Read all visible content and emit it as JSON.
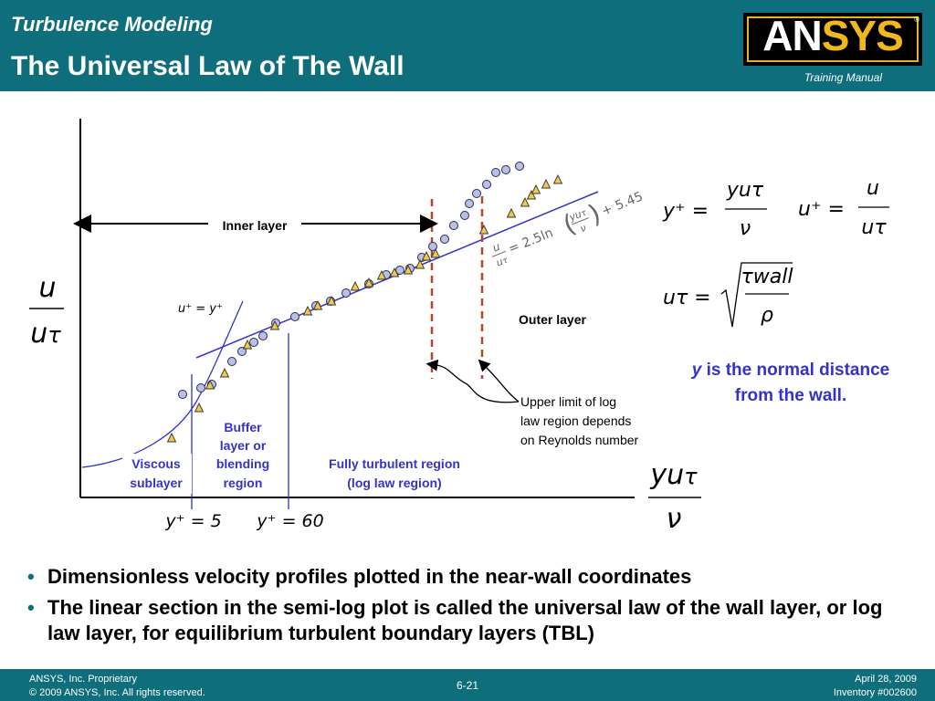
{
  "header": {
    "subtitle": "Turbulence Modeling",
    "title": "The Universal Law of The Wall",
    "logo_text_white": "AN",
    "logo_text_gold": "SYS",
    "logo_reg": "®",
    "manual": "Training Manual"
  },
  "chart_data": {
    "type": "scatter",
    "x_scale": "log",
    "xlabel": "yuτ/ν",
    "ylabel": "u/uτ",
    "series": [
      {
        "marker": "circle",
        "color": "#b9c0e6",
        "points": [
          [
            200,
            432
          ],
          [
            220,
            425
          ],
          [
            232,
            421
          ],
          [
            254,
            396
          ],
          [
            265,
            385
          ],
          [
            278,
            375
          ],
          [
            288,
            368
          ],
          [
            302,
            354
          ],
          [
            323,
            347
          ],
          [
            346,
            335
          ],
          [
            362,
            330
          ],
          [
            379,
            321
          ],
          [
            404,
            311
          ],
          [
            423,
            301
          ],
          [
            438,
            296
          ],
          [
            449,
            294
          ],
          [
            462,
            282
          ],
          [
            474,
            270
          ],
          [
            487,
            262
          ],
          [
            497,
            247
          ],
          [
            509,
            236
          ],
          [
            514,
            223
          ],
          [
            522,
            212
          ],
          [
            533,
            202
          ],
          [
            543,
            189
          ],
          [
            554,
            186
          ],
          [
            569,
            182
          ]
        ]
      },
      {
        "marker": "triangle",
        "color": "#f2c84a",
        "points": [
          [
            188,
            480
          ],
          [
            218,
            447
          ],
          [
            230,
            422
          ],
          [
            246,
            409
          ],
          [
            271,
            378
          ],
          [
            301,
            357
          ],
          [
            337,
            341
          ],
          [
            348,
            335
          ],
          [
            363,
            330
          ],
          [
            389,
            314
          ],
          [
            404,
            310
          ],
          [
            418,
            302
          ],
          [
            432,
            299
          ],
          [
            447,
            296
          ],
          [
            460,
            290
          ],
          [
            467,
            281
          ],
          [
            477,
            278
          ],
          [
            530,
            252
          ],
          [
            560,
            234
          ],
          [
            575,
            222
          ],
          [
            582,
            214
          ],
          [
            587,
            208
          ],
          [
            598,
            202
          ],
          [
            611,
            197
          ]
        ]
      }
    ],
    "curves": [
      {
        "name": "u+ = y+",
        "color": "#3333cc"
      },
      {
        "name": "u/uτ = 2.5ln(yuτ/ν) + 5.45",
        "color": "#3333cc"
      }
    ],
    "labels": {
      "inner_layer": "Inner layer",
      "outer_layer": "Outer layer",
      "viscous": [
        "Viscous",
        "sublayer"
      ],
      "buffer": [
        "Buffer",
        "layer or",
        "blending",
        "region"
      ],
      "fully_turbulent": [
        "Fully turbulent region",
        "(log law region)"
      ],
      "upper_limit": [
        "Upper limit of log",
        "law region depends",
        "on Reynolds number"
      ],
      "yplus5": "y⁺ = 5",
      "yplus60": "y⁺ = 60",
      "uplus_eq_yplus": "u⁺ = y⁺",
      "loglaw_eq": "= 2.5ln",
      "loglaw_const": "+ 5.45"
    }
  },
  "equations": {
    "yplus_lhs": "y⁺ =",
    "yplus_num": "yuτ",
    "yplus_den": "ν",
    "uplus_lhs": "u⁺ =",
    "uplus_num": "u",
    "uplus_den": "uτ",
    "utau_lhs": "uτ =",
    "utau_num": "τwall",
    "utau_den": "ρ"
  },
  "note": {
    "y": "y",
    "line1": " is the normal distance",
    "line2": "from the wall."
  },
  "bullets": [
    "Dimensionless velocity profiles plotted in the near-wall coordinates",
    "The linear section in the semi-log plot is called the universal law of the wall layer, or log law layer, for equilibrium turbulent boundary layers (TBL)"
  ],
  "footer": {
    "left_line1": "ANSYS, Inc. Proprietary",
    "left_line2": "© 2009 ANSYS, Inc.  All rights reserved.",
    "page": "6-21",
    "right_line1": "April 28, 2009",
    "right_line2": "Inventory #002600"
  },
  "colors": {
    "teal": "#0f6e7b",
    "blue": "#3333cc",
    "dashed": "#b0482a",
    "gold": "#f0b81c"
  }
}
